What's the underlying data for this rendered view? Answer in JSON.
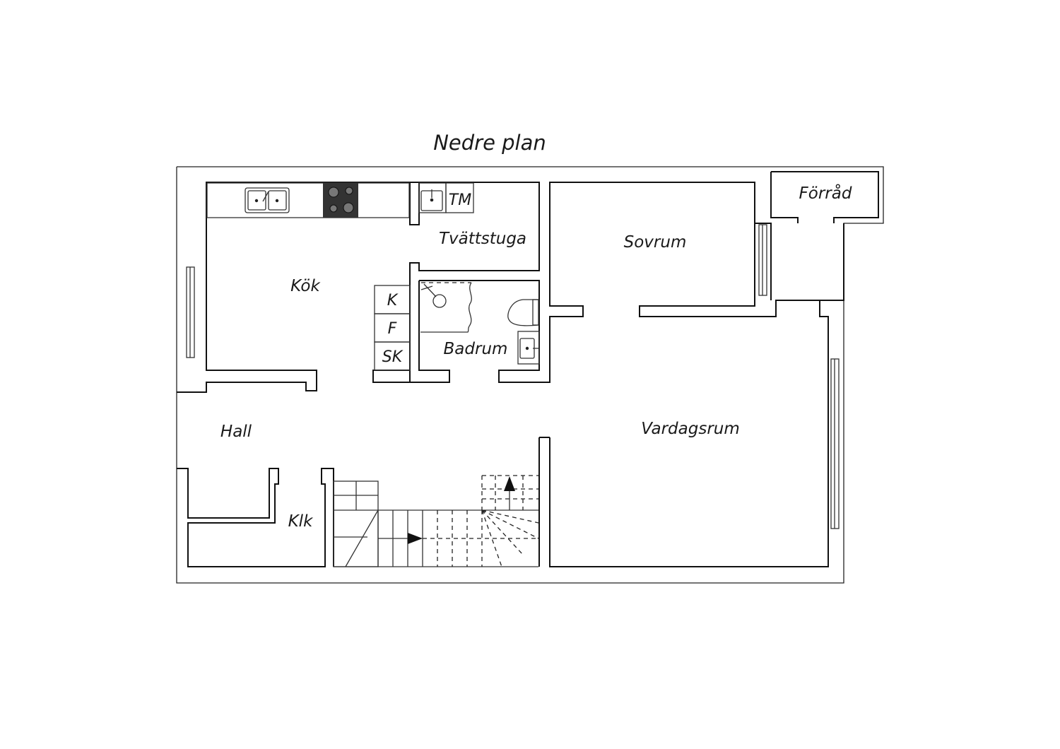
{
  "title": "Nedre plan",
  "rooms": {
    "kok": "Kök",
    "tvattstuga": "Tvättstuga",
    "tm": "TM",
    "sovrum": "Sovrum",
    "forrad": "Förråd",
    "badrum": "Badrum",
    "hall": "Hall",
    "klk": "Klk",
    "vardagsrum": "Vardagsrum"
  },
  "appliances": {
    "k": "K",
    "f": "F",
    "sk": "SK"
  }
}
